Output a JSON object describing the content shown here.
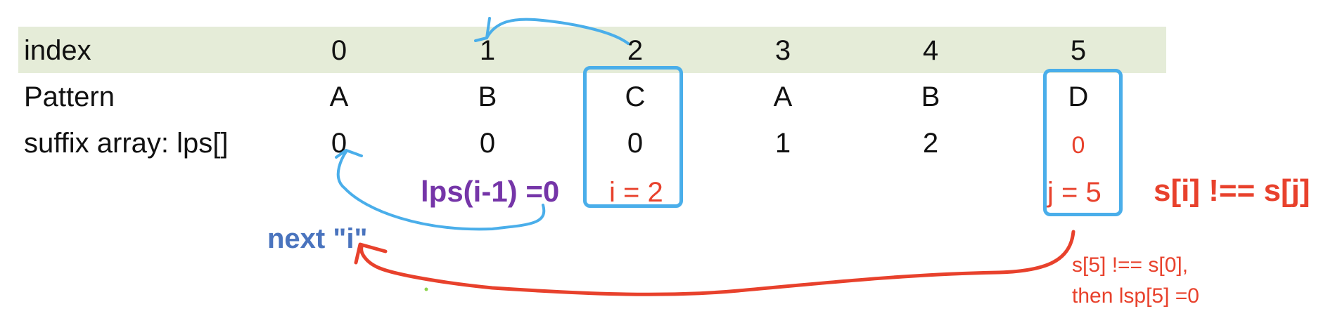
{
  "rows": [
    {
      "label": "index",
      "cells": [
        "0",
        "1",
        "2",
        "3",
        "4",
        "5"
      ]
    },
    {
      "label": "Pattern",
      "cells": [
        "A",
        "B",
        "C",
        "A",
        "B",
        "D"
      ]
    },
    {
      "label": "suffix array: lps[]",
      "cells": [
        "0",
        "0",
        "0",
        "1",
        "2",
        "0"
      ]
    }
  ],
  "annotations": {
    "lps_prev": "lps(i-1) =0",
    "i_label": "i = 2",
    "j_label": "j = 5",
    "compare": "s[i] !== s[j]",
    "next_i": "next \"i\"",
    "note_line1": "s[5] !== s[0],",
    "note_line2": "then lsp[5] =0"
  },
  "colors": {
    "band": "#e5ecd8",
    "box": "#4aaeea",
    "arrow_blue": "#4aaeea",
    "arrow_red": "#e8412c",
    "text_red": "#e8412c",
    "text_purple": "#7535a8",
    "text_blue": "#4a74be"
  }
}
